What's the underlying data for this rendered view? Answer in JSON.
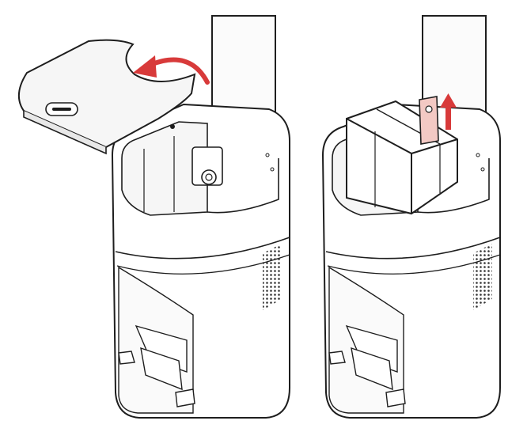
{
  "colors": {
    "background": "#ffffff",
    "line": "#1e1e1e",
    "fill_light": "#f6f6f6",
    "fill_white": "#ffffff",
    "vent": "#333333",
    "accent_red": "#d83a3a",
    "tab_pink": "#f3c9c4"
  },
  "panels": [
    {
      "id": "remove-lid",
      "arrow": "curved-red-arrow",
      "icons": [
        "lid-icon",
        "handle-slot-icon"
      ]
    },
    {
      "id": "lift-bag",
      "arrow": "up-red-arrow",
      "icons": [
        "dust-bag-icon",
        "pull-tab-icon"
      ]
    }
  ]
}
